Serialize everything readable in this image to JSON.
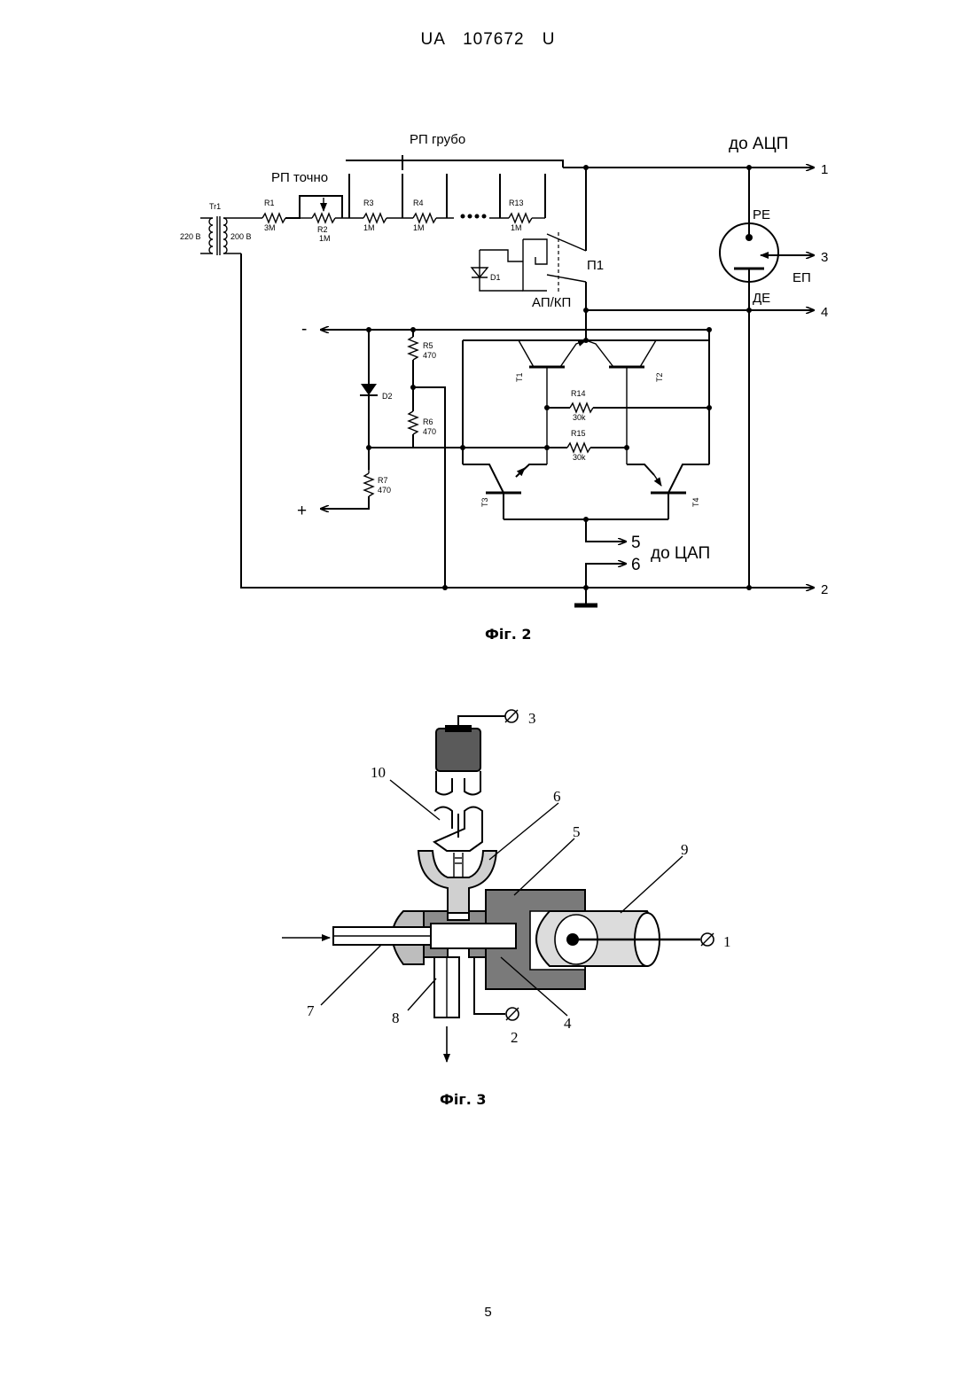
{
  "header": {
    "doc": "UA 107672 U"
  },
  "page_number": "5",
  "fig2": {
    "caption": "Фіг. 2",
    "label_rp_grubo": "РП грубо",
    "label_rp_tochno": "РП точно",
    "label_do_acp": "до АЦП",
    "label_do_cap": "до ЦАП",
    "label_re": "РЕ",
    "label_ep": "ЕП",
    "label_de": "ДЕ",
    "label_p1": "П1",
    "label_ap_kp": "АП/КП",
    "label_minus": "-",
    "label_plus": "+",
    "terminals": [
      "1",
      "2",
      "3",
      "4",
      "5",
      "6"
    ],
    "transformer": {
      "name": "Tr1",
      "primary": "220 В",
      "secondary": "200 В"
    },
    "resistors": [
      {
        "name": "R1",
        "value": "3M"
      },
      {
        "name": "R2",
        "value": "1M"
      },
      {
        "name": "R3",
        "value": "1M"
      },
      {
        "name": "R4",
        "value": "1M"
      },
      {
        "name": "R13",
        "value": "1M"
      },
      {
        "name": "R5",
        "value": "470"
      },
      {
        "name": "R6",
        "value": "470"
      },
      {
        "name": "R7",
        "value": "470"
      },
      {
        "name": "R14",
        "value": "30k"
      },
      {
        "name": "R15",
        "value": "30k"
      }
    ],
    "diodes": [
      "D1",
      "D2"
    ],
    "transistors": [
      "T1",
      "T2",
      "T3",
      "T4"
    ]
  },
  "fig3": {
    "caption": "Фіг. 3",
    "labels": [
      "1",
      "2",
      "3",
      "4",
      "5",
      "6",
      "7",
      "8",
      "9",
      "10"
    ]
  }
}
